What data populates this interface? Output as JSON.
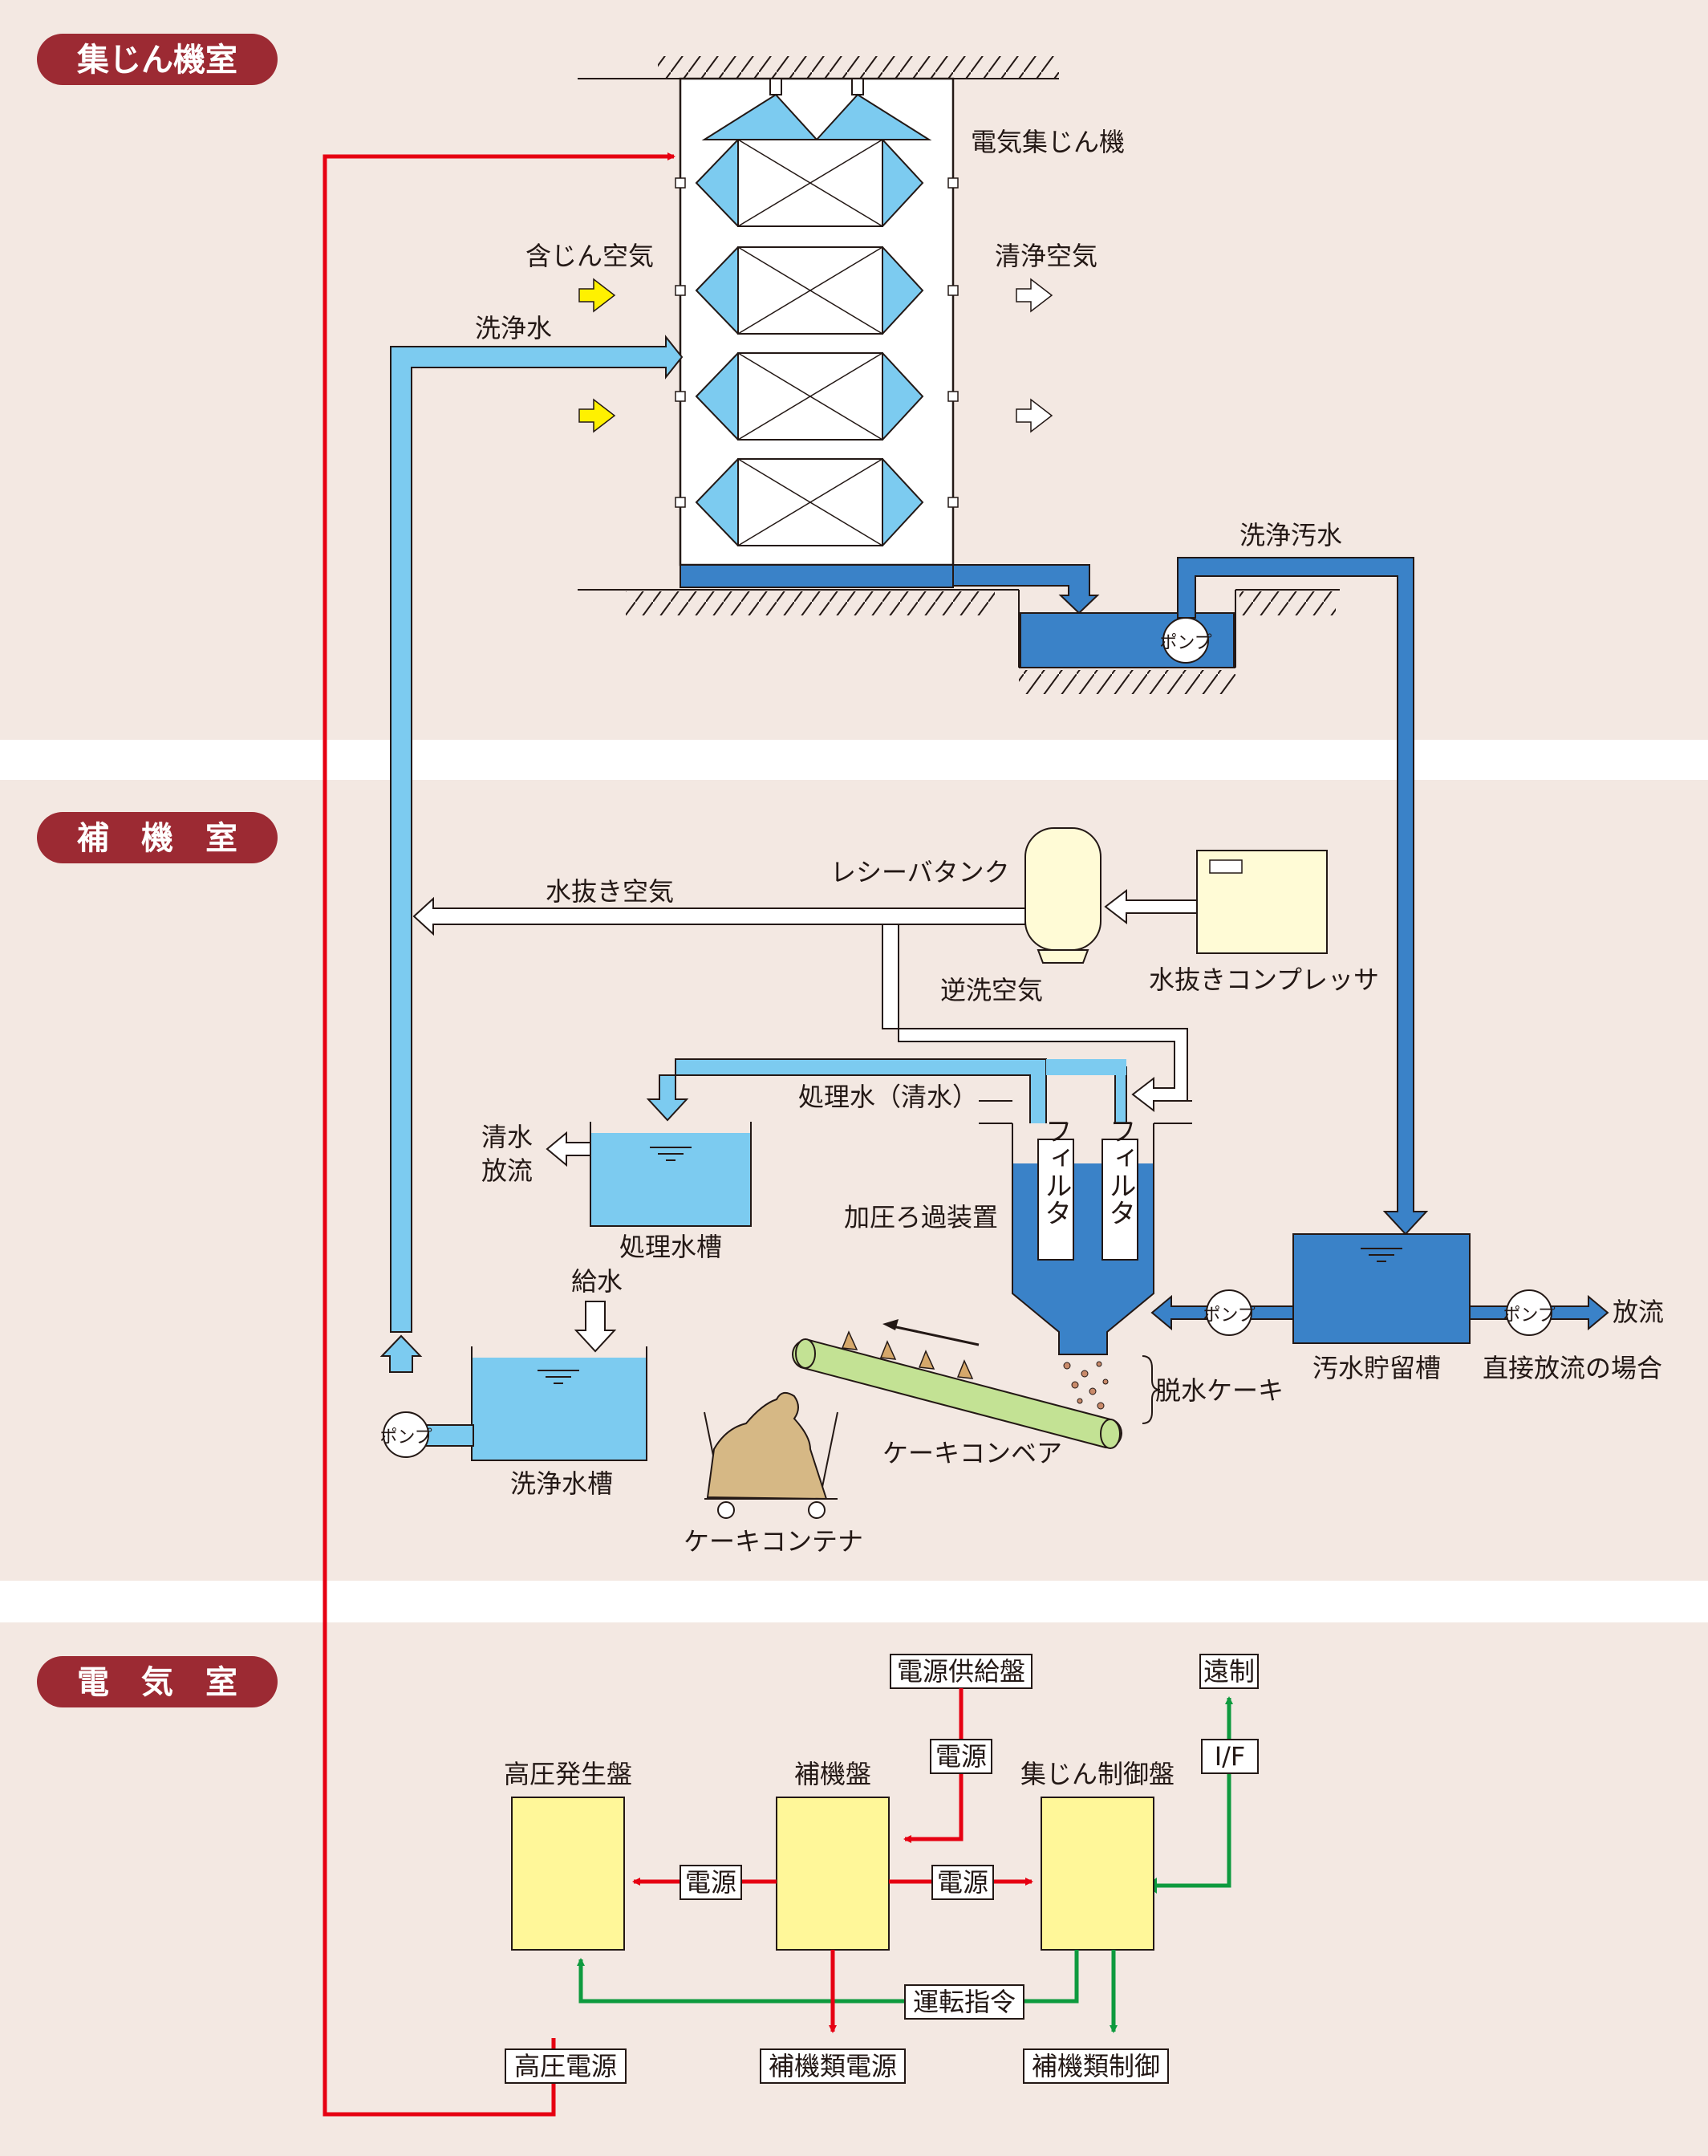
{
  "sections": [
    {
      "label": "集じん機室"
    },
    {
      "label": "補　機　室"
    },
    {
      "label": "電　気　室"
    }
  ],
  "collector": {
    "esp": "電気集じん機",
    "dusty_air": "含じん空気",
    "clean_air": "清浄空気",
    "wash_water": "洗浄水",
    "wash_waste_water": "洗浄汚水",
    "pump": "ポンプ"
  },
  "aux": {
    "receiver_tank": "レシーバタンク",
    "compressor": "水抜きコンプレッサ",
    "drain_air": "水抜き空気",
    "backwash_air": "逆洗空気",
    "treated_water": "処理水（清水）",
    "clean_discharge": [
      "清水",
      "放流"
    ],
    "treated_tank": "処理水槽",
    "supply_water": "給水",
    "wash_tank": "洗浄水槽",
    "pressure_filter": "加圧ろ過装置",
    "filter": "フィルタ",
    "waste_tank": "汚水貯留槽",
    "discharge": "放流",
    "direct_discharge": "直接放流の場合",
    "dewatered_cake": "脱水ケーキ",
    "cake_conveyor": "ケーキコンベア",
    "cake_container": "ケーキコンテナ",
    "pump": "ポンプ"
  },
  "electric": {
    "power_supply_panel": "電源供給盤",
    "remote": "遠制",
    "if": "I/F",
    "power": "電源",
    "hv_panel": "高圧発生盤",
    "aux_panel": "補機盤",
    "control_panel": "集じん制御盤",
    "run_command": "運転指令",
    "hv_power": "高圧電源",
    "aux_power": "補機類電源",
    "aux_control": "補機類制御"
  },
  "colors": {
    "bg": "#f3e8e2",
    "section_badge": "#9c2a33",
    "light_blue": "#7ccbf0",
    "dark_blue": "#3a82c8",
    "red": "#e60012",
    "green": "#0e9a3e",
    "panel_yellow": "#fff799",
    "arrow_yellow": "#fff100"
  }
}
